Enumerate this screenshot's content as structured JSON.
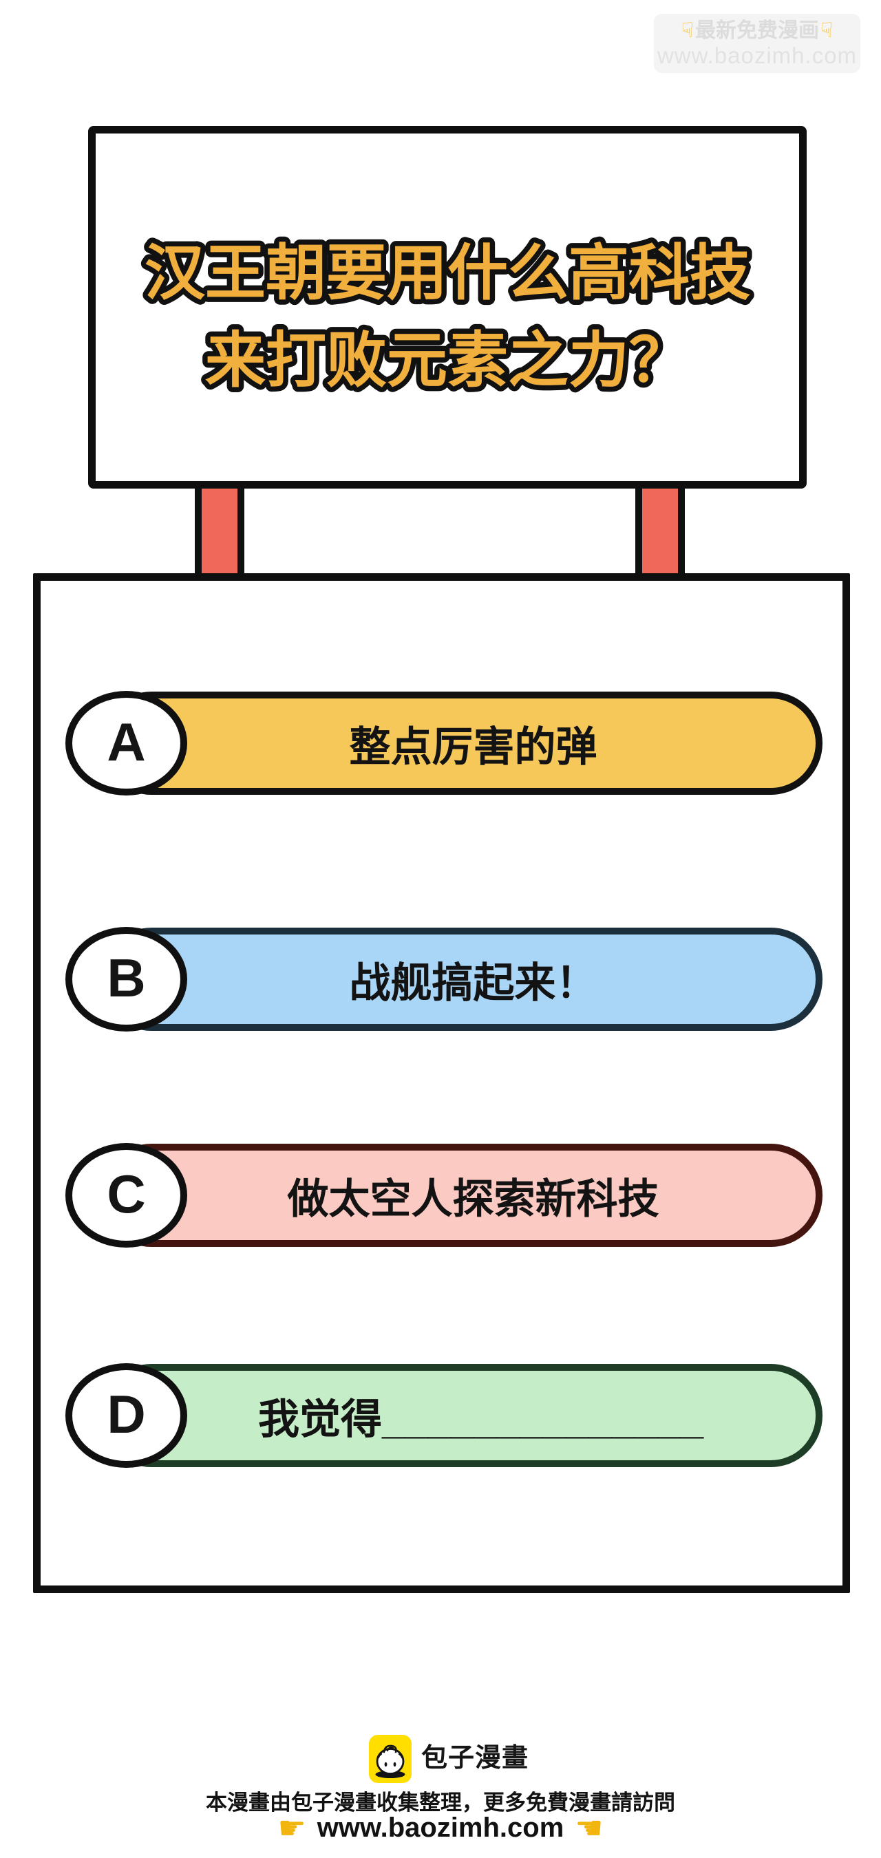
{
  "watermark": {
    "hand_down_glyph": "☟",
    "line1": "最新免费漫画",
    "line2": "www.baozimh.com"
  },
  "sign": {
    "title_line1": "汉王朝要用什么高科技",
    "title_line2": "来打败元素之力？"
  },
  "options": [
    {
      "letter": "A",
      "label": "整点厉害的弹",
      "fill": "#f6c85a",
      "border": "#111111"
    },
    {
      "letter": "B",
      "label": "战舰搞起来！",
      "fill": "#a9d6f6",
      "border": "#1b2f3c"
    },
    {
      "letter": "C",
      "label": "做太空人探索新科技",
      "fill": "#fbcac3",
      "border": "#43150e"
    },
    {
      "letter": "D",
      "label": "我觉得______________",
      "fill": "#c5eec8",
      "border": "#1e3d26"
    }
  ],
  "footer": {
    "brand": "包子漫畫",
    "line1": "本漫畫由包子漫畫收集整理，更多免費漫畫請訪問",
    "site": "www.baozimh.com",
    "hand_right_glyph": "☛",
    "hand_left_glyph": "☚"
  },
  "colors": {
    "post_red": "#f0685a",
    "outline_black": "#0f0f0f",
    "title_yellow": "#f1af3d",
    "brand_icon_yellow": "#ffde00",
    "watermark_bg": "#f4f4f4",
    "watermark_text": "#dcdcdc",
    "hand_yellow": "#f2b50d"
  }
}
